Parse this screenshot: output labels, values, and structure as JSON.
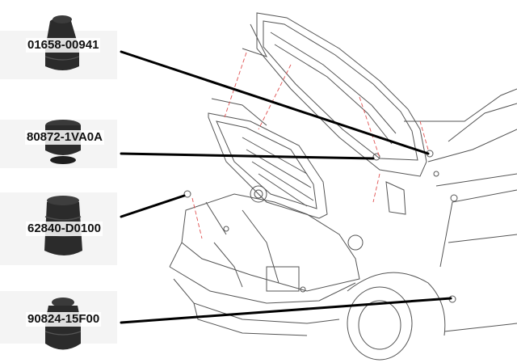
{
  "parts": [
    {
      "number": "01658-00941"
    },
    {
      "number": "80872-1VA0A"
    },
    {
      "number": "62840-D0100"
    },
    {
      "number": "90824-15F00"
    }
  ],
  "colors": {
    "leader_line": "#000000",
    "diagram_line": "#555555",
    "dashed_line": "#e05050",
    "part_body": "#2b2b2b"
  }
}
